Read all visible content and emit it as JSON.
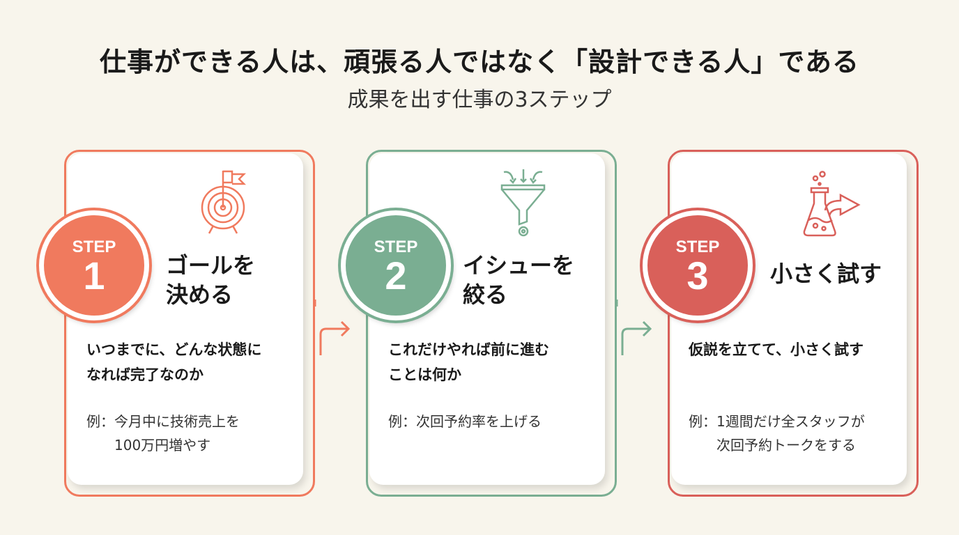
{
  "title": "仕事ができる人は、頑張る人ではなく「設計できる人」である",
  "subtitle": "成果を出す仕事の3ステップ",
  "steps": [
    {
      "label": "STEP",
      "number": "1",
      "title_l1": "ゴールを",
      "title_l2": "決める",
      "desc_l1": "いつまでに、どんな状態に",
      "desc_l2": "なれば完了なのか",
      "example": "例：今月中に技術売上を\n　　100万円増やす",
      "color": "#f07a5e",
      "icon": "target-flag-icon"
    },
    {
      "label": "STEP",
      "number": "2",
      "title_l1": "イシューを",
      "title_l2": "絞る",
      "desc_l1": "これだけやれば前に進む",
      "desc_l2": "ことは何か",
      "example": "例：次回予約率を上げる",
      "color": "#7aae92",
      "icon": "funnel-icon"
    },
    {
      "label": "STEP",
      "number": "3",
      "title_l1": "小さく試す",
      "title_l2": "",
      "desc_l1": "仮説を立てて、小さく試す",
      "desc_l2": "",
      "example": "例：1週間だけ全スタッフが\n　　次回予約トークをする",
      "color": "#d9605a",
      "icon": "flask-icon"
    }
  ]
}
